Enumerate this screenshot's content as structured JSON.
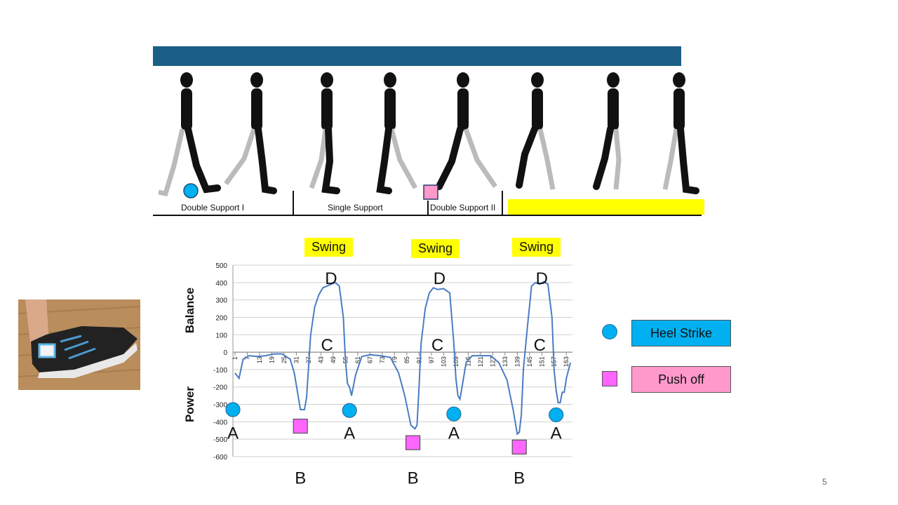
{
  "phases": {
    "double_support_1": "Double Support I",
    "single_support": "Single Support",
    "double_support_2": "Double Support II"
  },
  "chart": {
    "swing_label": "Swing",
    "axis_top_label": "Balance",
    "axis_bottom_label": "Power",
    "y_ticks": [
      "500",
      "400",
      "300",
      "200",
      "100",
      "0",
      "-100",
      "-200",
      "-300",
      "-400",
      "-500",
      "-600"
    ],
    "x_ticks": [
      "1",
      "7",
      "13",
      "19",
      "25",
      "31",
      "37",
      "43",
      "49",
      "55",
      "61",
      "67",
      "73",
      "79",
      "85",
      "91",
      "97",
      "103",
      "109",
      "115",
      "121",
      "127",
      "133",
      "139",
      "145",
      "151",
      "157",
      "163"
    ],
    "point_labels": {
      "A": "A",
      "B": "B",
      "C": "C",
      "D": "D"
    }
  },
  "chart_data": {
    "type": "line",
    "ylim": [
      -600,
      500
    ],
    "x": [
      1,
      3,
      5,
      8,
      12,
      16,
      20,
      24,
      28,
      30,
      32,
      33,
      35,
      36,
      38,
      40,
      42,
      44,
      46,
      48,
      50,
      52,
      54,
      55,
      56,
      57,
      58,
      60,
      63,
      67,
      72,
      77,
      81,
      84,
      87,
      89,
      90,
      91,
      92,
      94,
      96,
      98,
      100,
      103,
      106,
      108,
      109,
      110,
      111,
      112,
      114,
      117,
      121,
      126,
      130,
      134,
      137,
      139,
      140,
      141,
      142,
      144,
      146,
      148,
      150,
      152,
      154,
      156,
      157,
      158,
      159,
      160,
      161,
      162,
      163,
      165
    ],
    "y": [
      -120,
      -150,
      -40,
      -20,
      -25,
      -20,
      -10,
      -10,
      -40,
      -120,
      -260,
      -330,
      -330,
      -260,
      100,
      260,
      330,
      370,
      380,
      390,
      400,
      380,
      200,
      -50,
      -180,
      -200,
      -250,
      -130,
      -25,
      -15,
      -20,
      -30,
      -120,
      -250,
      -420,
      -440,
      -420,
      -200,
      50,
      250,
      340,
      370,
      360,
      365,
      340,
      50,
      -150,
      -250,
      -270,
      -200,
      -60,
      -20,
      -20,
      -20,
      -60,
      -160,
      -330,
      -470,
      -460,
      -360,
      -100,
      150,
      380,
      400,
      390,
      405,
      390,
      200,
      -100,
      -220,
      -290,
      -290,
      -230,
      -230,
      -150,
      -60
    ],
    "events": {
      "heel_strike": [
        [
          0,
          -330
        ],
        [
          57,
          -335
        ],
        [
          108,
          -355
        ],
        [
          158,
          -360
        ]
      ],
      "push_off": [
        [
          33,
          -425
        ],
        [
          88,
          -520
        ],
        [
          140,
          -545
        ]
      ]
    }
  },
  "legend": {
    "heel_strike": "Heel Strike",
    "push_off": "Push off"
  },
  "footer": {
    "page_number": "5"
  },
  "colors": {
    "banner": "#1b5e86",
    "highlight": "#ffff00",
    "heel_strike": "#00b0f0",
    "push_off": "#ff66ff",
    "line": "#4a7cc4"
  }
}
